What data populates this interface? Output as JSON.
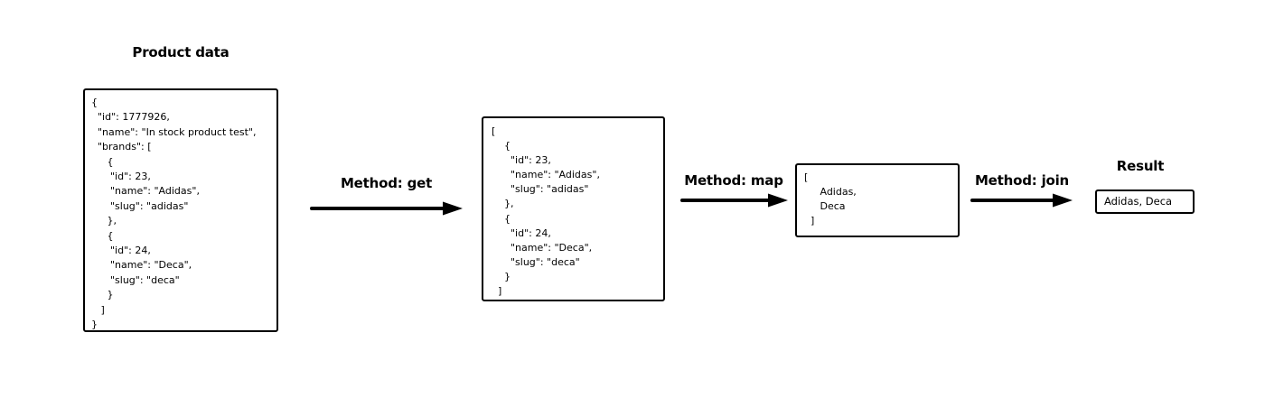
{
  "colors": {
    "ink": "#000000",
    "background": "#ffffff"
  },
  "stage1": {
    "title": "Product data",
    "code_lines": [
      "{",
      "  \"id\": 1777926,",
      "  \"name\": \"In stock product test\",",
      "  \"brands\": [",
      "     {",
      "      \"id\": 23,",
      "      \"name\": \"Adidas\",",
      "      \"slug\": \"adidas\"",
      "     },",
      "     {",
      "      \"id\": 24,",
      "      \"name\": \"Deca\",",
      "      \"slug\": \"deca\"",
      "     }",
      "   ]",
      "}"
    ]
  },
  "arrow1": {
    "label": "Method: get"
  },
  "stage2": {
    "code_lines": [
      "[",
      "    {",
      "      \"id\": 23,",
      "      \"name\": \"Adidas\",",
      "      \"slug\": \"adidas\"",
      "    },",
      "    {",
      "      \"id\": 24,",
      "      \"name\": \"Deca\",",
      "      \"slug\": \"deca\"",
      "    }",
      "  ]"
    ]
  },
  "arrow2": {
    "label": "Method: map"
  },
  "stage3": {
    "code_lines": [
      "[",
      "     Adidas,",
      "     Deca",
      "  ]"
    ]
  },
  "arrow3": {
    "label": "Method: join"
  },
  "result": {
    "title": "Result",
    "value": "Adidas, Deca"
  }
}
